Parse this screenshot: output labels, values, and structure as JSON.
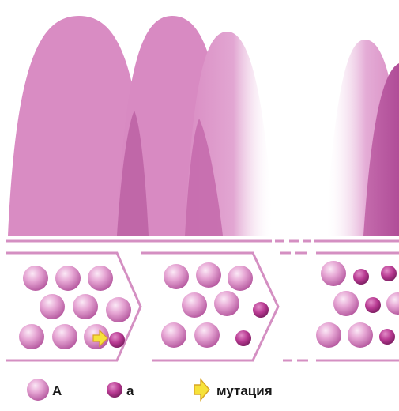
{
  "colors": {
    "arch_fill": "#d98cc3",
    "arch_shadow": "#c061a6",
    "divider": "#d48fc2",
    "allele_big_light": "#f6d3ec",
    "allele_big_mid": "#df92c9",
    "allele_big_dark": "#b34d97",
    "allele_small": "#b33a8f",
    "mutation_arrow": "#f6e23a"
  },
  "legend": {
    "allele_A_label": "A",
    "allele_a_label": "a",
    "mutation_label": "мутация"
  },
  "icons": {
    "allele_A": "large-pink-sphere",
    "allele_a": "small-magenta-sphere",
    "mutation": "yellow-arrow-icon"
  }
}
